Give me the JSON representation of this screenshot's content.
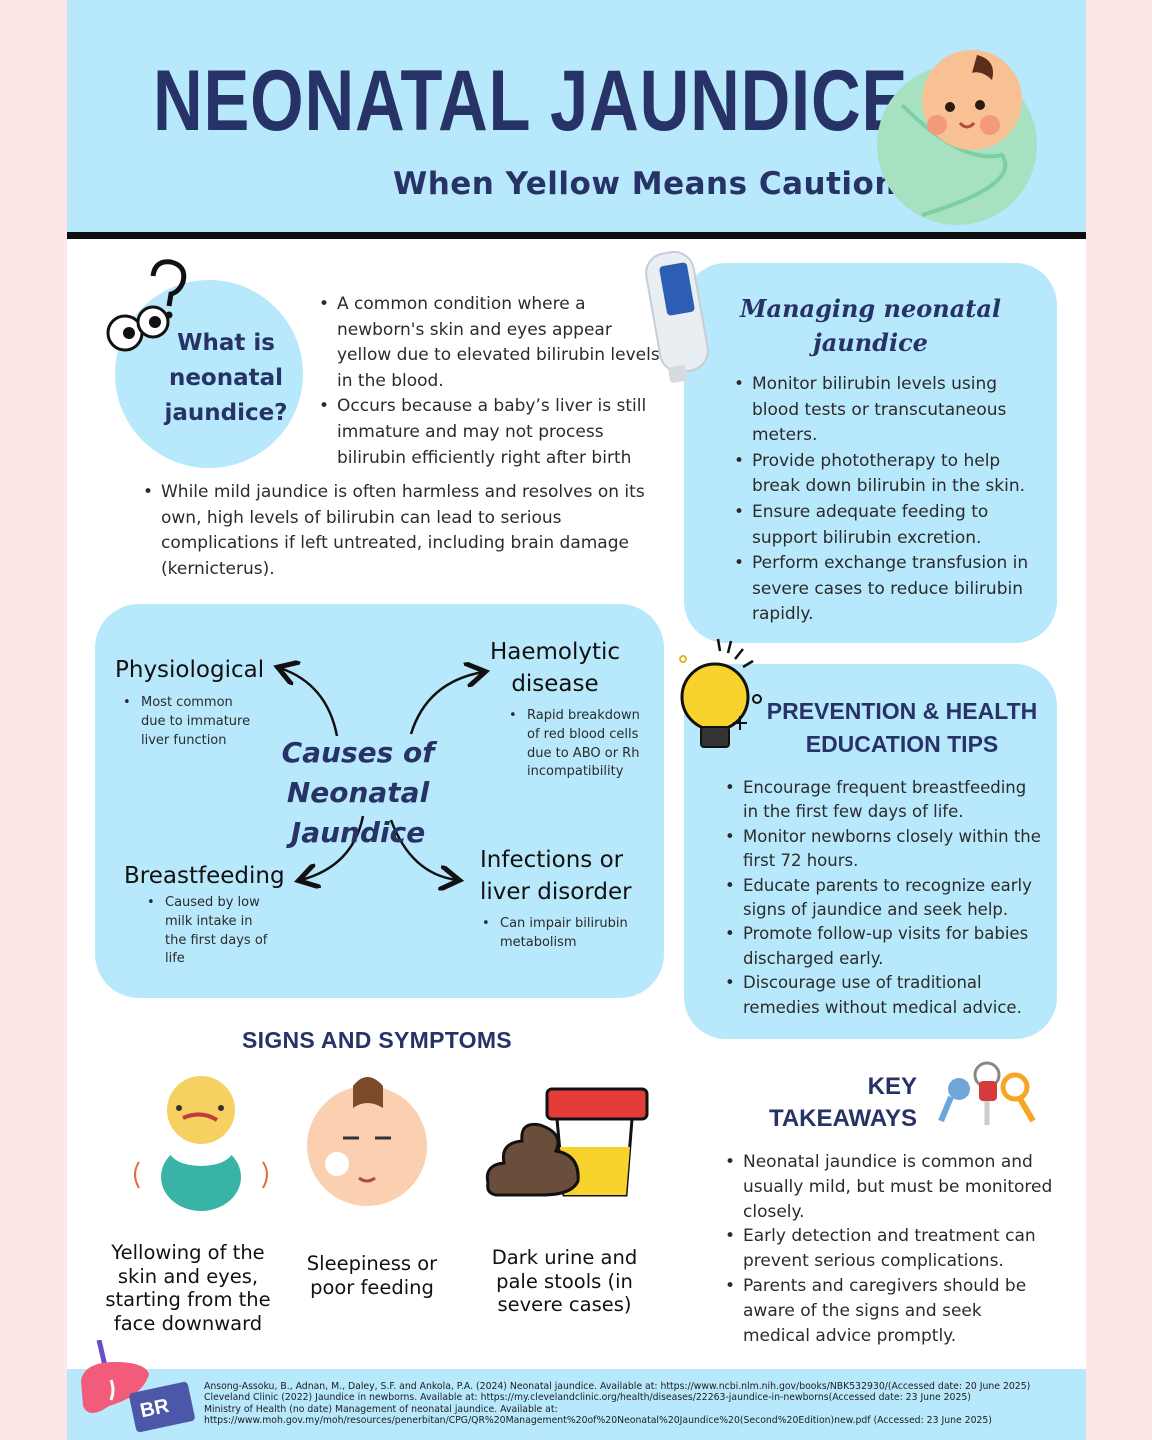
{
  "header": {
    "title": "NEONATAL JAUNDICE",
    "subtitle": "When Yellow Means Caution"
  },
  "what": {
    "title": "What is neonatal jaundice?",
    "bullets": [
      "A common condition where a newborn's skin and eyes appear yellow due to elevated bilirubin levels in the blood.",
      "Occurs because a baby’s liver is still immature and may not process bilirubin efficiently right after birth"
    ],
    "extra": "While mild jaundice is often harmless and resolves on its own, high levels of bilirubin can lead to serious complications if left untreated, including brain damage (kernicterus)."
  },
  "managing": {
    "title": "Managing neonatal jaundice",
    "bullets": [
      "Monitor bilirubin levels using blood tests or transcutaneous meters.",
      "Provide phototherapy to help break down bilirubin in the skin.",
      "Ensure adequate feeding to support bilirubin excretion.",
      "Perform exchange transfusion in severe cases to reduce bilirubin rapidly."
    ]
  },
  "causes": {
    "center": "Causes of Neonatal Jaundice",
    "items": [
      {
        "title": "Physiological",
        "desc": "Most common due to immature liver function"
      },
      {
        "title": "Haemolytic disease",
        "desc": "Rapid breakdown of red blood cells due to ABO or Rh incompatibility"
      },
      {
        "title": "Breastfeeding",
        "desc": "Caused by low milk intake in the first days of life"
      },
      {
        "title": "Infections or liver disorder",
        "desc": "Can impair bilirubin metabolism"
      }
    ]
  },
  "prevention": {
    "title": "PREVENTION & HEALTH EDUCATION TIPS",
    "bullets": [
      "Encourage frequent breastfeeding in the first few days of life.",
      "Monitor newborns closely within the first 72 hours.",
      "Educate parents to recognize early signs of jaundice and seek help.",
      "Promote follow-up visits for babies discharged early.",
      "Discourage use of traditional remedies without medical advice."
    ]
  },
  "signs": {
    "title": "SIGNS AND SYMPTOMS",
    "items": [
      "Yellowing of the skin and eyes, starting from the face downward",
      "Sleepiness or poor feeding",
      "Dark urine and pale stools (in severe cases)"
    ]
  },
  "takeaways": {
    "title": "KEY TAKEAWAYS",
    "bullets": [
      "Neonatal jaundice is common and usually mild, but must be monitored closely.",
      "Early detection and treatment can prevent serious complications.",
      "Parents and caregivers should be aware of the signs and seek medical advice promptly."
    ]
  },
  "footer": {
    "badge": "BR",
    "refs": [
      "Ansong-Assoku, B., Adnan, M., Daley, S.F. and Ankola, P.A. (2024) Neonatal jaundice. Available at: https://www.ncbi.nlm.nih.gov/books/NBK532930/(Accessed date: 20 June 2025)",
      "Cleveland Clinic (2022) Jaundice in newborns. Available at: https://my.clevelandclinic.org/health/diseases/22263-jaundice-in-newborns(Accessed date: 23 June 2025)",
      "Ministry of Health (no date) Management of neonatal jaundice. Available at:",
      "https://www.moh.gov.my/moh/resources/penerbitan/CPG/QR%20Management%20of%20Neonatal%20Jaundice%20(Second%20Edition)new.pdf (Accessed: 23 June 2025)"
    ]
  },
  "colors": {
    "navy": "#273366",
    "light_blue": "#b8e8fb",
    "background_pink": "#fde6e6"
  }
}
